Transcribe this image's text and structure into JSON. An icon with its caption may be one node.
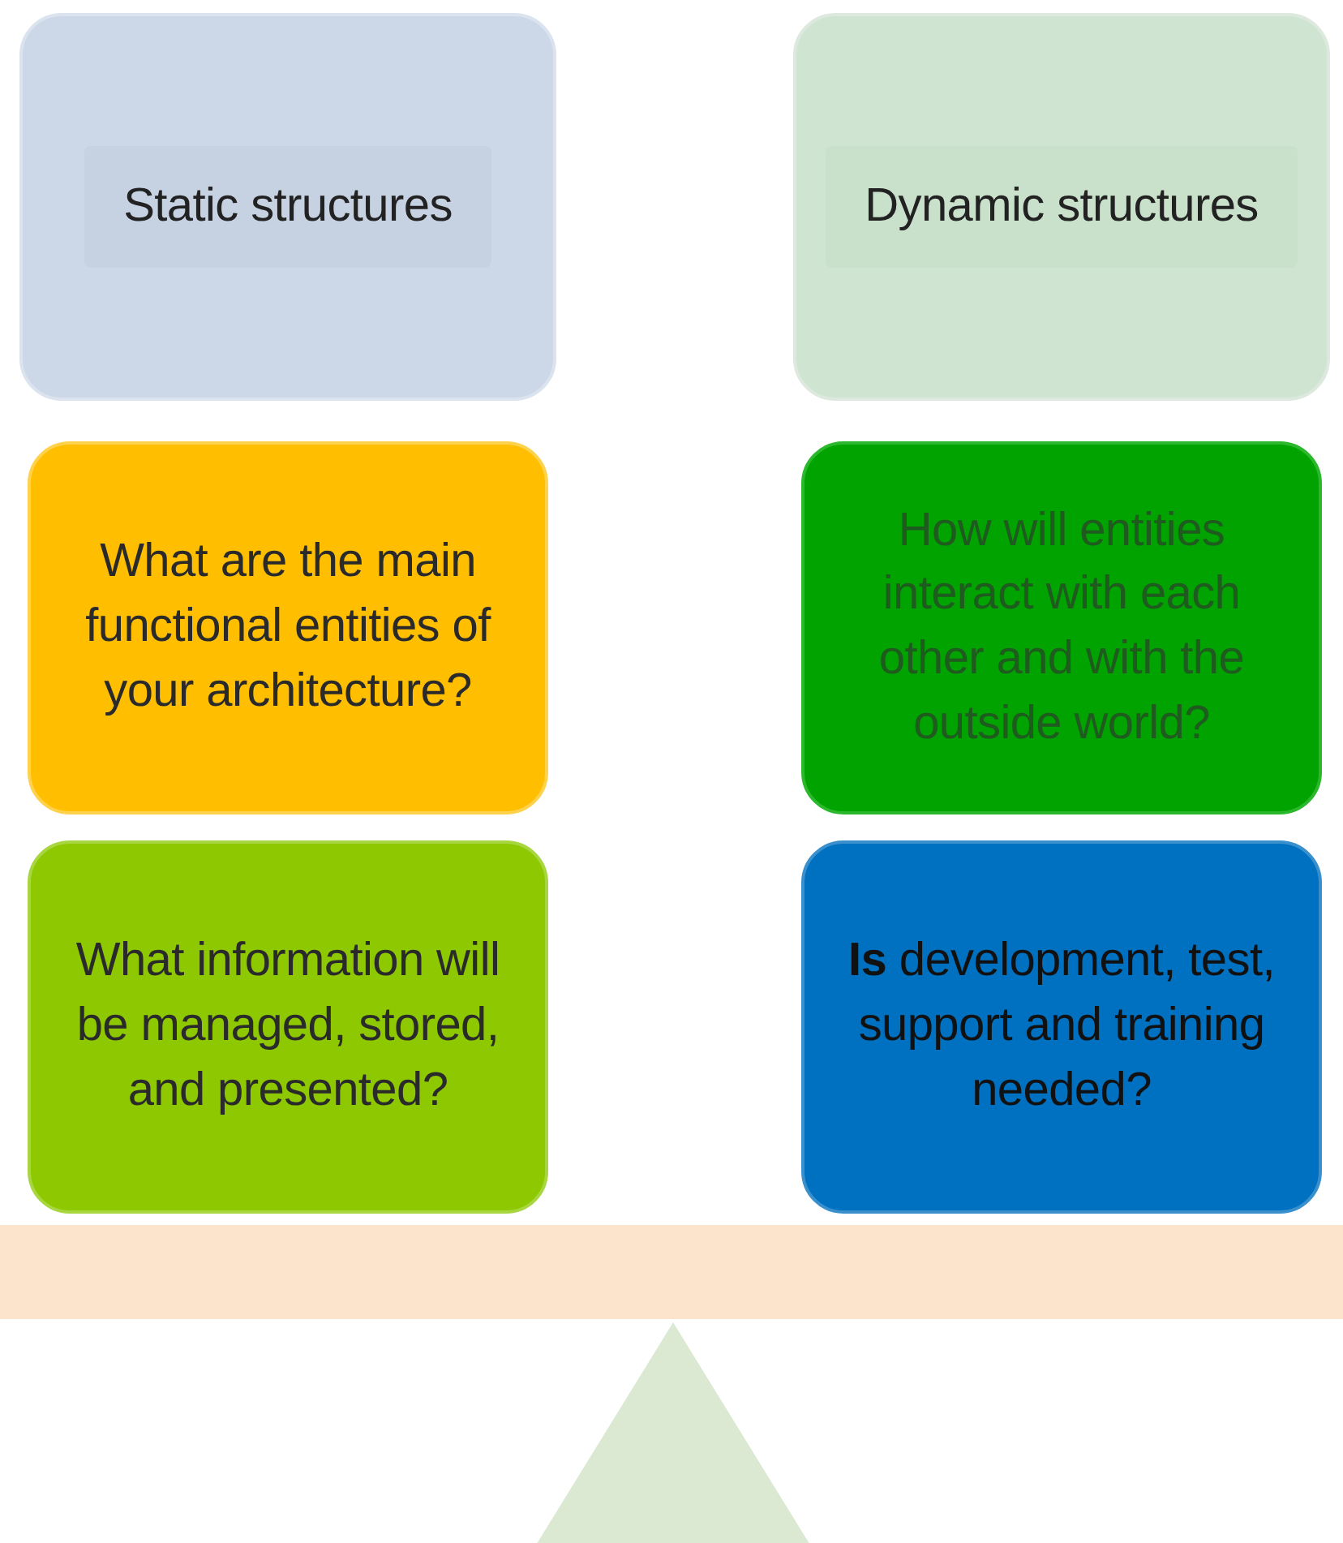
{
  "diagram": {
    "nodes": [
      {
        "text": [
          "Static structures"
        ]
      },
      {
        "text": [
          "Dynamic structures"
        ]
      },
      {
        "text": [
          "What are the main functional entities of your architecture?"
        ]
      },
      {
        "text": [
          "How will entities interact with each other and with the outside world?"
        ]
      },
      {
        "text": [
          "What information will be managed, stored, and presented?"
        ]
      },
      {
        "text": [
          "**Is** development, test, support and training needed?"
        ]
      },
      {
        "text": [],
        "shape": "bar"
      },
      {
        "text": [],
        "shape": "triangle"
      }
    ]
  }
}
